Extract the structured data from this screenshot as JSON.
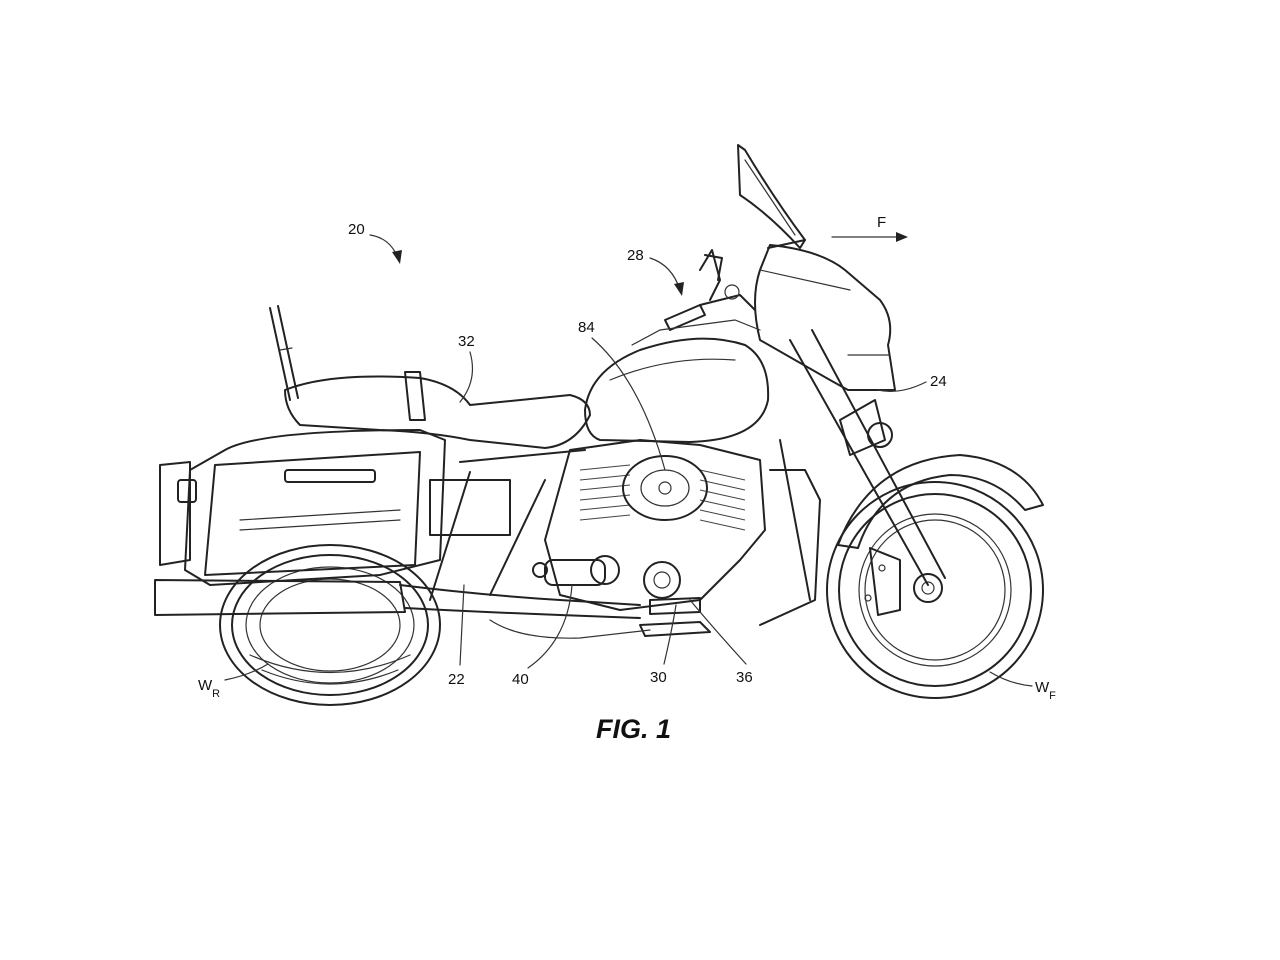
{
  "figure": {
    "caption": "FIG. 1",
    "direction_label": "F"
  },
  "callouts": [
    {
      "id": "20",
      "text": "20"
    },
    {
      "id": "28",
      "text": "28"
    },
    {
      "id": "32",
      "text": "32"
    },
    {
      "id": "84",
      "text": "84"
    },
    {
      "id": "24",
      "text": "24"
    },
    {
      "id": "22",
      "text": "22"
    },
    {
      "id": "40",
      "text": "40"
    },
    {
      "id": "30",
      "text": "30"
    },
    {
      "id": "36",
      "text": "36"
    }
  ],
  "wheel_labels": {
    "rear": {
      "main": "W",
      "sub": "R"
    },
    "front": {
      "main": "W",
      "sub": "F"
    }
  }
}
